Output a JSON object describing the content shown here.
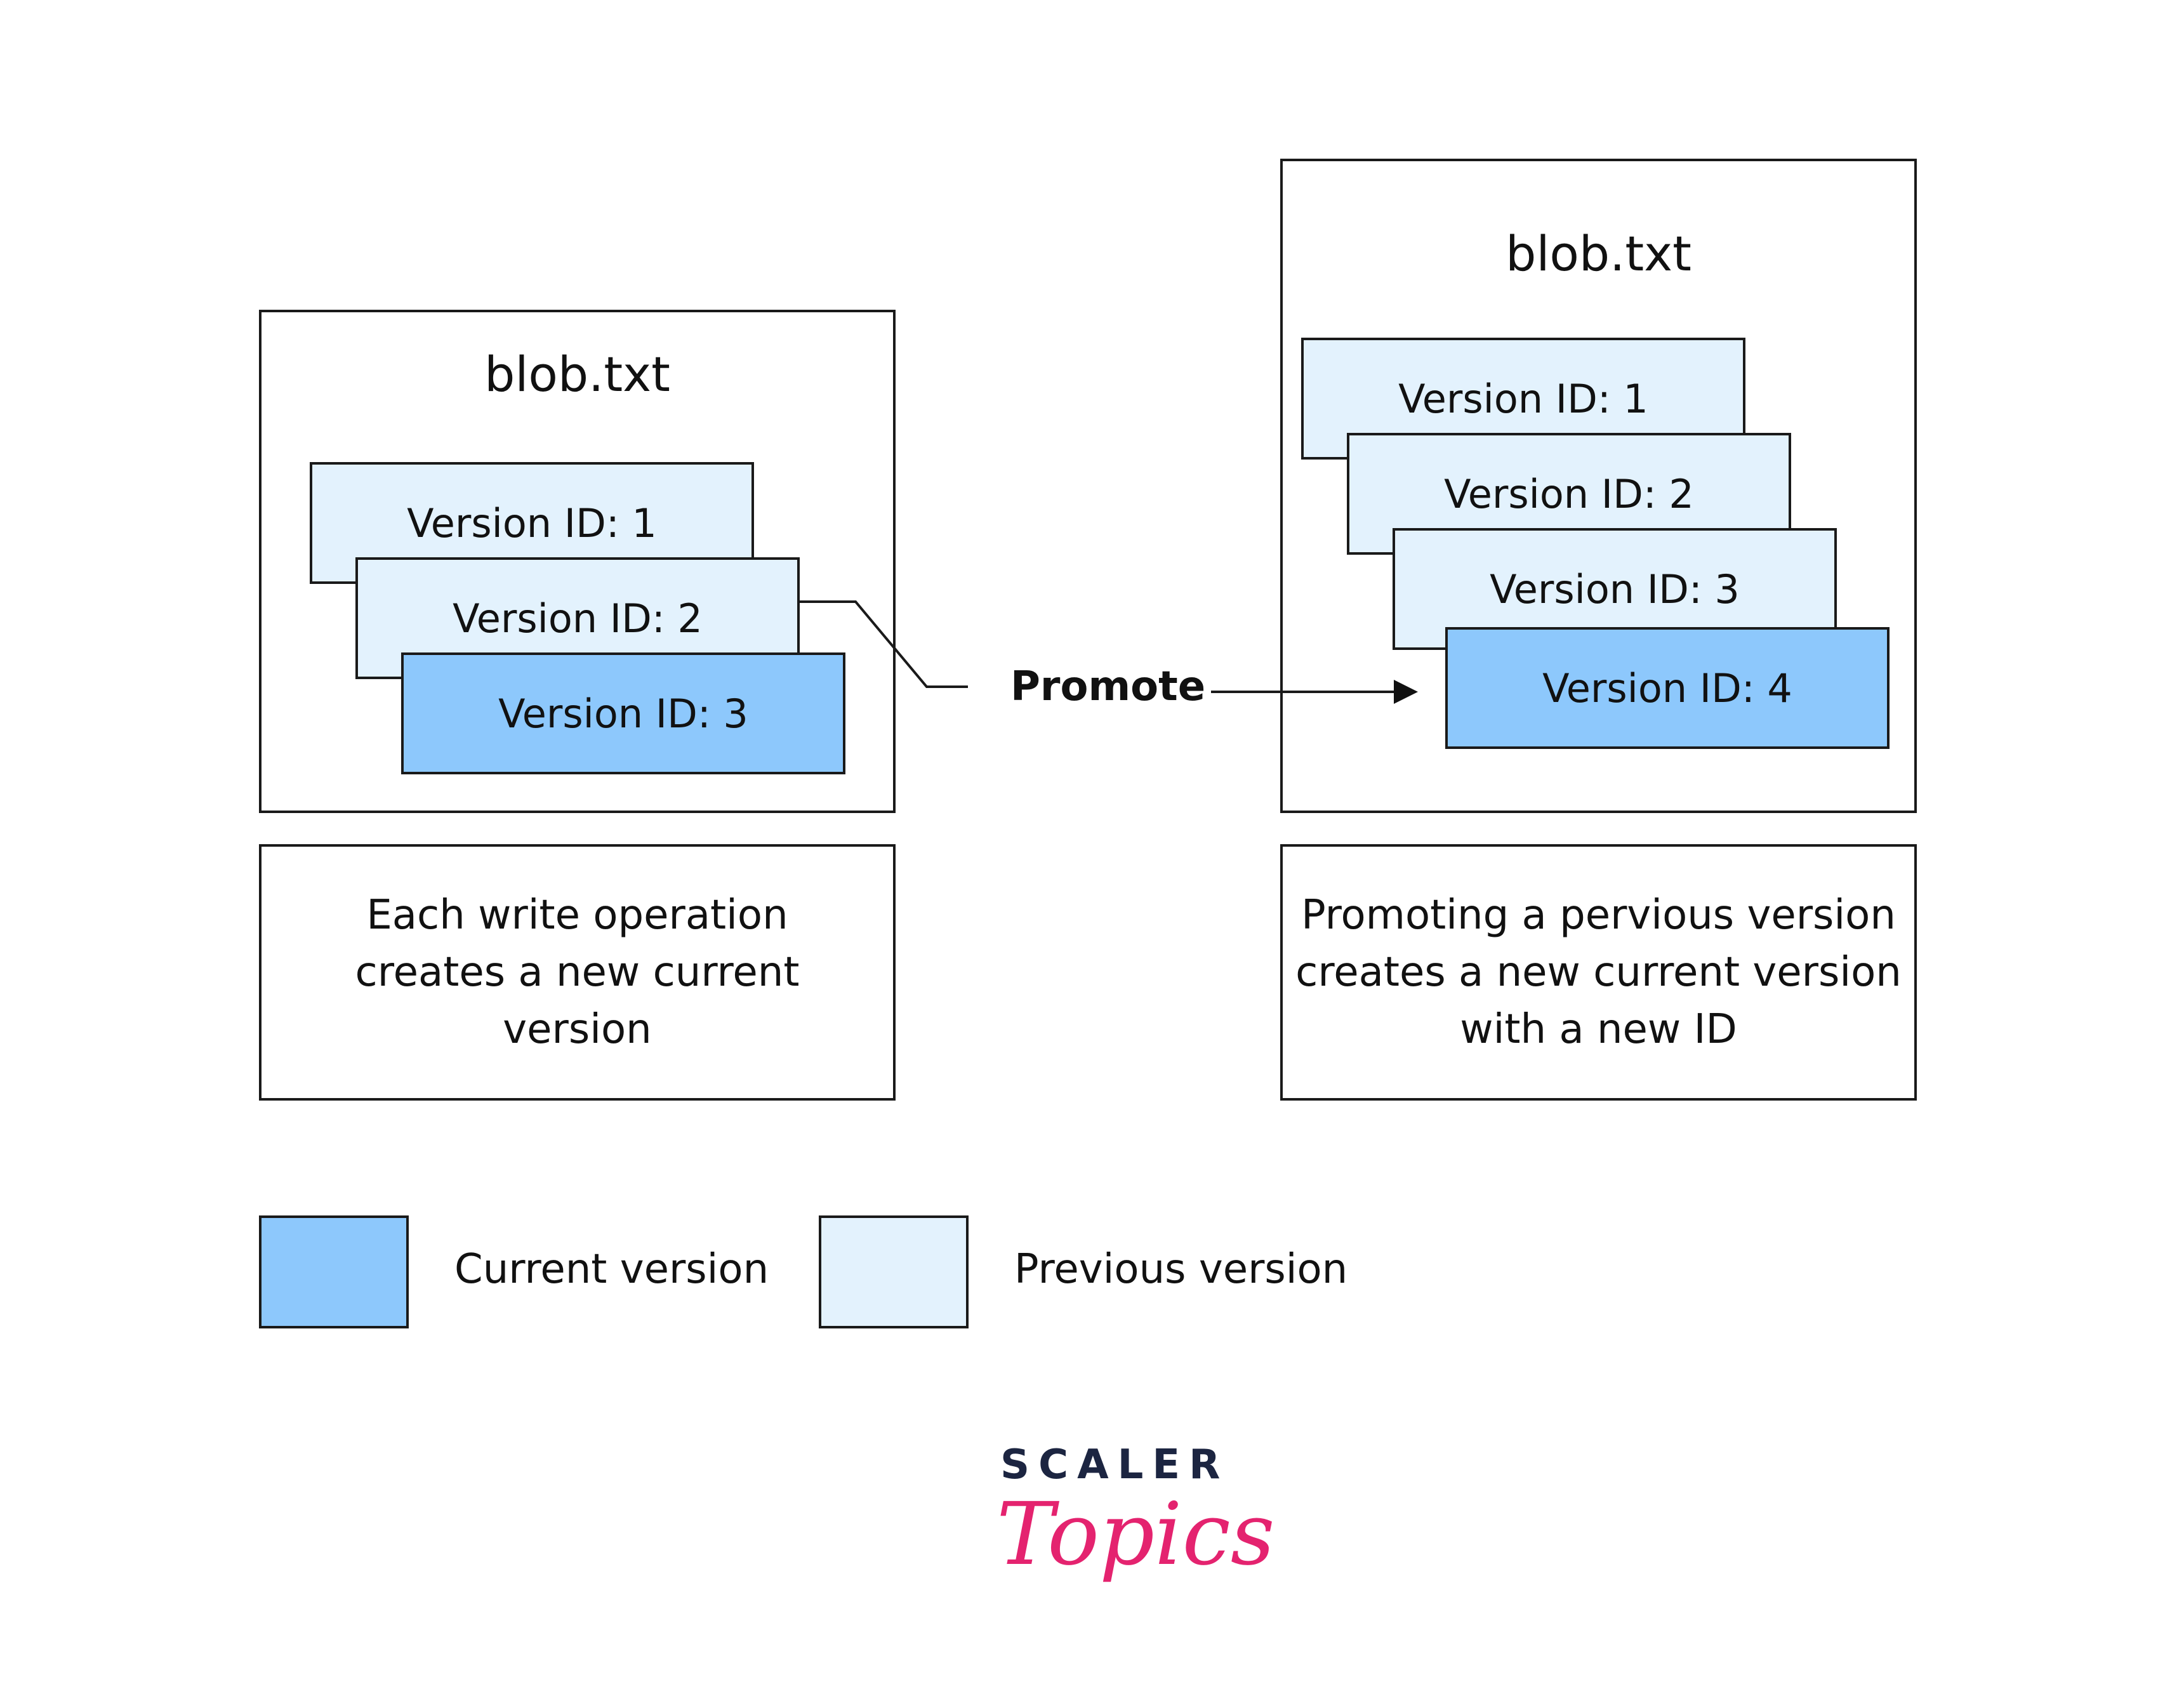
{
  "colors": {
    "current": "#8dc8fc",
    "previous": "#e3f2fd",
    "border": "#1a1a1a",
    "logo_scaler": "#1c2541",
    "logo_topics": "#e4236f"
  },
  "left_panel": {
    "title": "blob.txt",
    "versions": [
      {
        "label": "Version ID: 1",
        "state": "previous"
      },
      {
        "label": "Version ID: 2",
        "state": "previous"
      },
      {
        "label": "Version ID: 3",
        "state": "current"
      }
    ],
    "caption": "Each write operation creates a new current version"
  },
  "right_panel": {
    "title": "blob.txt",
    "versions": [
      {
        "label": "Version ID: 1",
        "state": "previous"
      },
      {
        "label": "Version ID: 2",
        "state": "previous"
      },
      {
        "label": "Version ID: 3",
        "state": "previous"
      },
      {
        "label": "Version ID: 4",
        "state": "current"
      }
    ],
    "caption": "Promoting a pervious version creates a new current version with a new ID"
  },
  "connector": {
    "label": "Promote"
  },
  "legend": {
    "current_label": "Current version",
    "previous_label": "Previous version"
  },
  "logo": {
    "line1": "SCALER",
    "line2": "Topics"
  }
}
